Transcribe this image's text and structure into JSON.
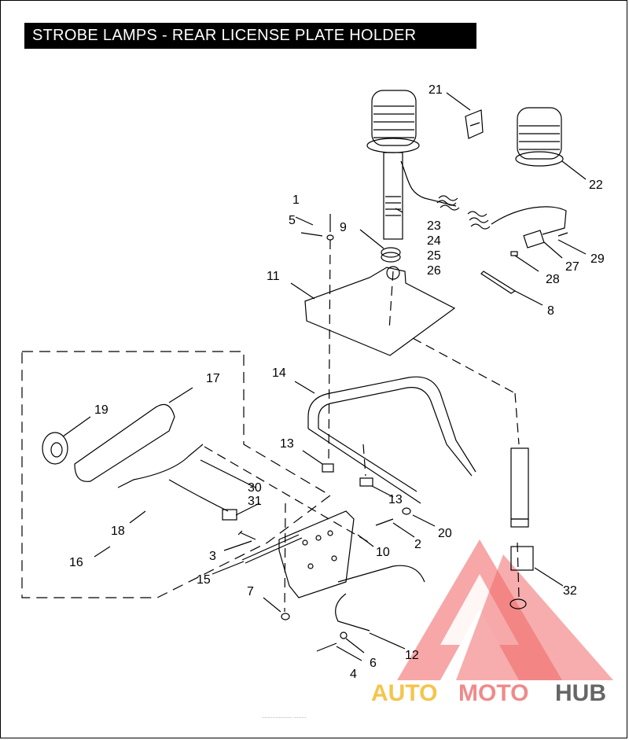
{
  "title": "STROBE LAMPS - REAR LICENSE PLATE HOLDER",
  "callouts": {
    "c1": "1",
    "c2": "2",
    "c3": "3",
    "c4": "4",
    "c5": "5",
    "c6": "6",
    "c7": "7",
    "c8": "8",
    "c9": "9",
    "c10": "10",
    "c11": "11",
    "c12": "12",
    "c13a": "13",
    "c13b": "13",
    "c14": "14",
    "c15": "15",
    "c16": "16",
    "c17": "17",
    "c18": "18",
    "c19": "19",
    "c20": "20",
    "c21": "21",
    "c22": "22",
    "c23": "23",
    "c24": "24",
    "c25": "25",
    "c26": "26",
    "c27": "27",
    "c28": "28",
    "c29": "29",
    "c30": "30",
    "c31": "31",
    "c32": "32"
  },
  "watermark": {
    "part1": "AUTO",
    "part2": "MOTO",
    "part3": "HUB",
    "colors": {
      "auto": "#f5c44a",
      "moto": "#f08a8a",
      "hub": "#666666",
      "logo": "#f05050"
    }
  },
  "footer_text": "....................  ........"
}
